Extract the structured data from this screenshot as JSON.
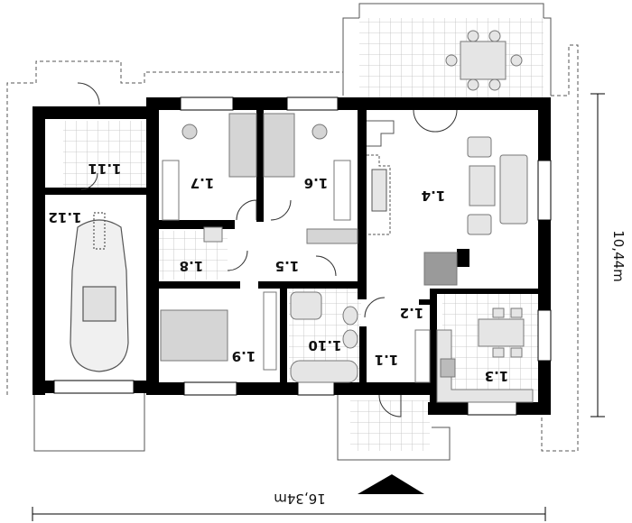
{
  "plan": {
    "rooms": [
      {
        "key": "r11",
        "label": "1.1"
      },
      {
        "key": "r12",
        "label": "1.2"
      },
      {
        "key": "r13",
        "label": "1.3"
      },
      {
        "key": "r14",
        "label": "1.4"
      },
      {
        "key": "r15",
        "label": "1.5"
      },
      {
        "key": "r16",
        "label": "1.6"
      },
      {
        "key": "r17",
        "label": "1.7"
      },
      {
        "key": "r18",
        "label": "1.8"
      },
      {
        "key": "r19",
        "label": "1.9"
      },
      {
        "key": "r110",
        "label": "1.10"
      },
      {
        "key": "r111",
        "label": "1.11"
      },
      {
        "key": "r112",
        "label": "1.12"
      }
    ],
    "dimensions": {
      "width": "16,34m",
      "depth": "10,44m"
    },
    "colors": {
      "wall": "#000000",
      "room_fill": "#d9d9d9",
      "tile_line": "#bdbdbd",
      "furniture": "#9a9a9a"
    }
  }
}
